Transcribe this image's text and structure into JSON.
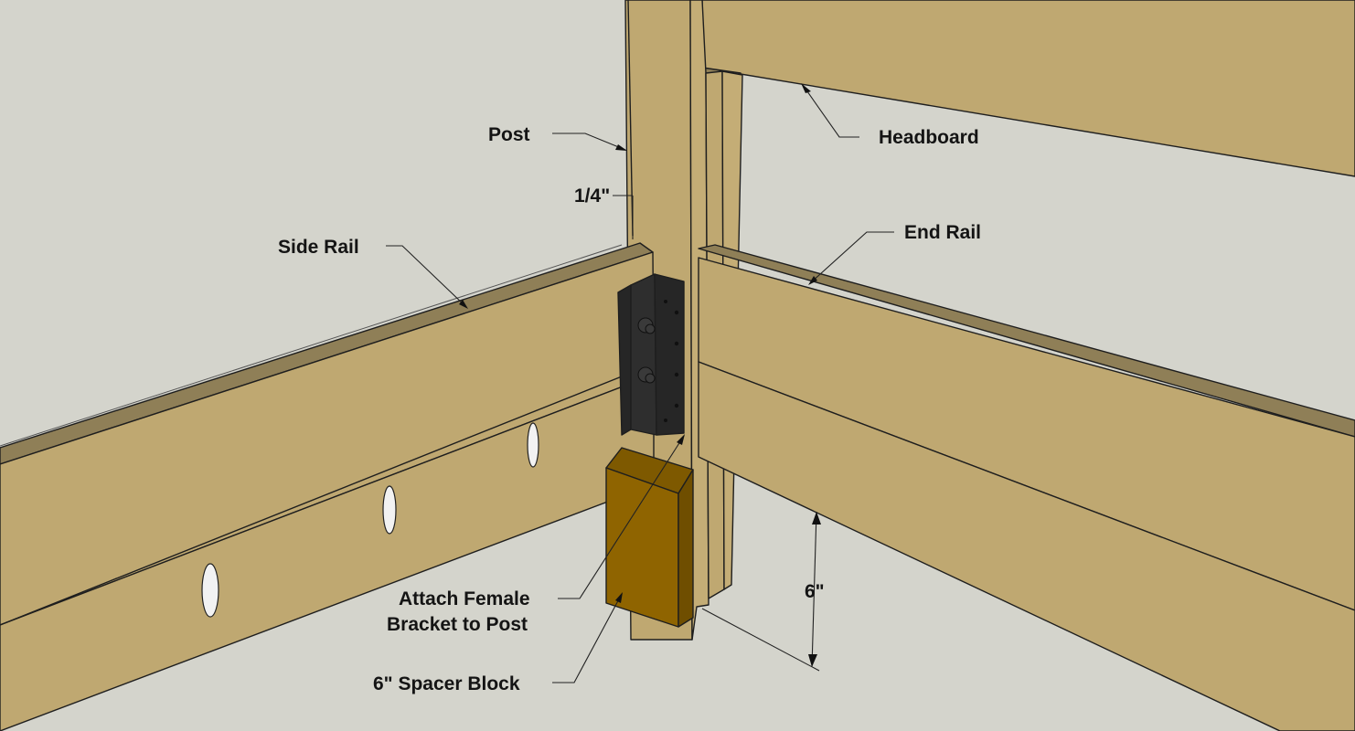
{
  "labels": {
    "post": "Post",
    "headboard": "Headboard",
    "quarter_inch": "1/4\"",
    "side_rail": "Side Rail",
    "end_rail": "End Rail",
    "bracket_line1": "Attach Female",
    "bracket_line2": "Bracket to Post",
    "six_inch": "6\"",
    "spacer_block": "6\" Spacer Block"
  },
  "colors": {
    "background": "#d4d4cc",
    "wood_face": "#bfa871",
    "wood_top": "#8f7f57",
    "wood_side": "#c4ad76",
    "spacer_block": "#8f6400",
    "bracket": "#2a2a2a",
    "outline": "#1e1e1e"
  }
}
